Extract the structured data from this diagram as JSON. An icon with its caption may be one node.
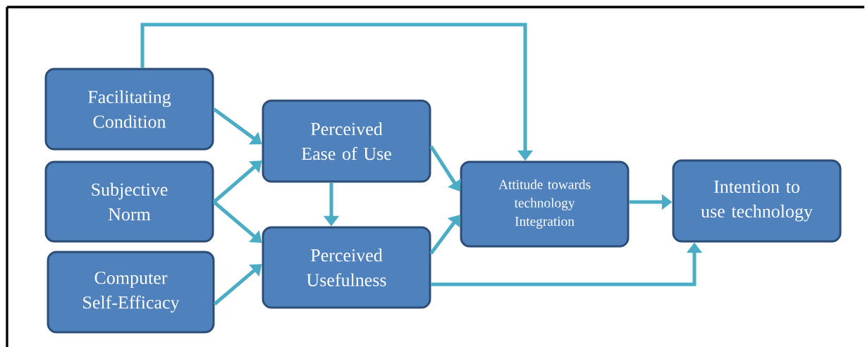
{
  "diagram": {
    "nodes": [
      {
        "text": [
          "Facilitating Condition"
        ]
      },
      {
        "text": [
          "Subjective Norm"
        ]
      },
      {
        "text": [
          "Computer Self-Efficacy"
        ]
      },
      {
        "text": [
          "Perceived Ease of Use"
        ]
      },
      {
        "text": [
          "Perceived Usefulness"
        ]
      },
      {
        "text": [
          "Attitude towards technology Integration"
        ]
      },
      {
        "text": [
          "Intention to use technology"
        ]
      }
    ],
    "edges": [
      {
        "from": 0,
        "to": 3,
        "arrow": "to"
      },
      {
        "from": 1,
        "to": 3,
        "arrow": "to"
      },
      {
        "from": 1,
        "to": 4,
        "arrow": "to"
      },
      {
        "from": 2,
        "to": 4,
        "arrow": "to"
      },
      {
        "from": 3,
        "to": 4,
        "arrow": "to"
      },
      {
        "from": 3,
        "to": 5,
        "arrow": "to"
      },
      {
        "from": 4,
        "to": 5,
        "arrow": "to"
      },
      {
        "from": 5,
        "to": 6,
        "arrow": "to"
      },
      {
        "from": 4,
        "to": 6,
        "arrow": "to"
      },
      {
        "from": 0,
        "to": 5,
        "arrow": "to"
      }
    ]
  }
}
